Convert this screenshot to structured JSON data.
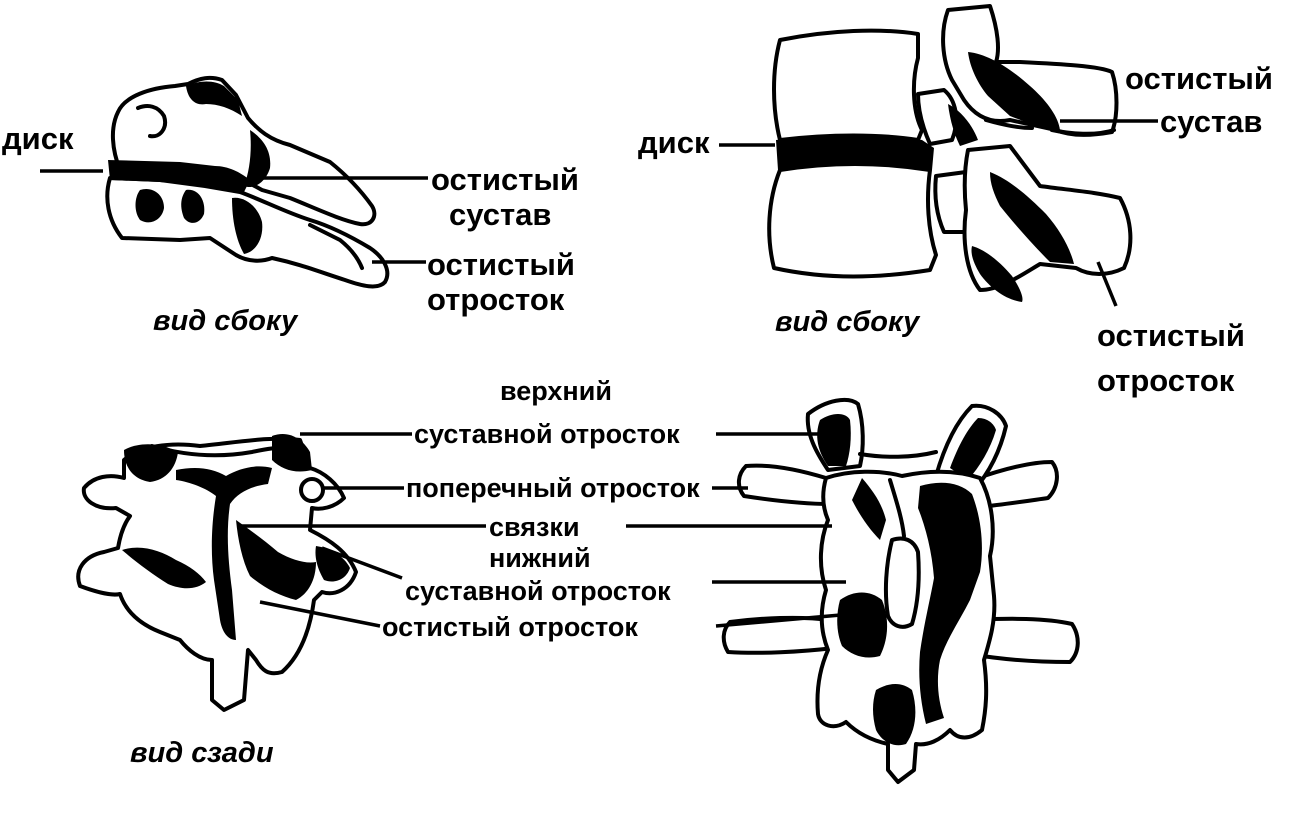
{
  "panels": {
    "top_left": {
      "disc": "диск",
      "facet_joint": [
        "остистый",
        "сустав"
      ],
      "spinous_process": [
        "остистый",
        "отросток"
      ],
      "caption": "вид сбоку"
    },
    "top_right": {
      "disc": "диск",
      "facet_joint": [
        "остистый",
        "сустав"
      ],
      "spinous_process": [
        "остистый",
        "отросток"
      ],
      "caption": "вид сбоку"
    },
    "bottom": {
      "superior_articular_process": [
        "верхний",
        "суставной  отросток"
      ],
      "transverse_process": "поперечный отросток",
      "ligaments": "связки",
      "inferior_articular_process": [
        "нижний",
        "суставной  отросток"
      ],
      "spinous_process": "остистый   отросток",
      "caption": "вид сзади"
    }
  }
}
